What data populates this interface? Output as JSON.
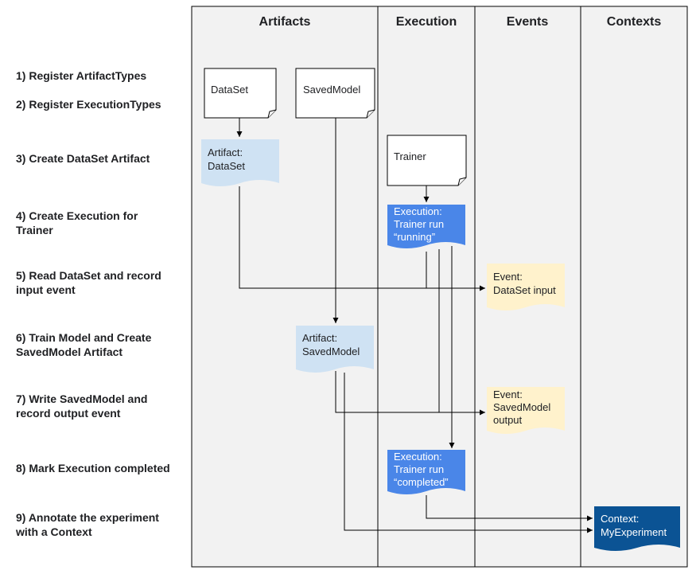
{
  "columns": [
    "Artifacts",
    "Execution",
    "Events",
    "Contexts"
  ],
  "steps": [
    "1) Register ArtifactTypes",
    "2) Register ExecutionTypes",
    "3) Create DataSet Artifact",
    "4) Create Execution for\nTrainer",
    "5) Read DataSet and record\ninput event",
    "6) Train Model and Create\nSavedModel Artifact",
    "7) Write SavedModel and\nrecord output event",
    "8) Mark Execution completed",
    "9) Annotate the experiment\nwith a Context"
  ],
  "nodes": {
    "dataset_type": [
      "DataSet"
    ],
    "savedmodel_type": [
      "SavedModel"
    ],
    "trainer_type": [
      "Trainer"
    ],
    "dataset_artifact": [
      "Artifact:",
      "DataSet"
    ],
    "execution_running": [
      "Execution:",
      "Trainer run",
      "“running”"
    ],
    "event_input": [
      "Event:",
      "DataSet input"
    ],
    "savedmodel_artifact": [
      "Artifact:",
      "SavedModel"
    ],
    "event_output": [
      "Event:",
      "SavedModel",
      "output"
    ],
    "execution_completed": [
      "Execution:",
      "Trainer run",
      "“completed”"
    ],
    "context": [
      "Context:",
      "MyExperiment"
    ]
  },
  "colors": {
    "panel": "#f2f2f2",
    "artifact": "#cfe2f3",
    "execution": "#4a86e8",
    "event": "#fff2cc",
    "context": "#0b5394",
    "line": "#000000"
  }
}
